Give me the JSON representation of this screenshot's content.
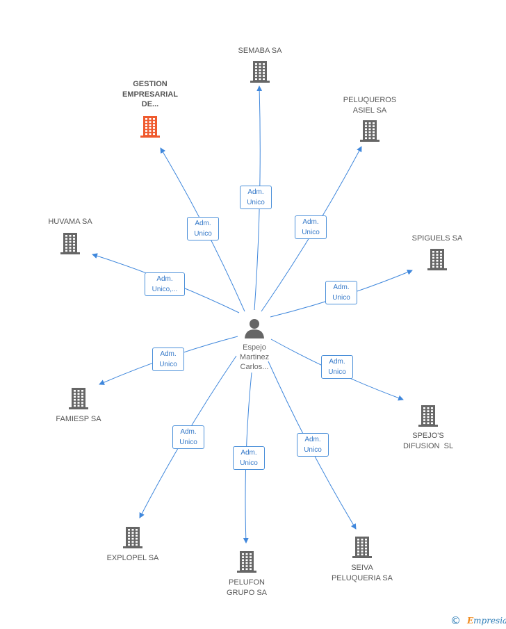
{
  "center": {
    "name": "Espejo Martinez Carlos...",
    "lines": [
      "Espejo",
      "Martinez",
      "Carlos..."
    ],
    "icon": "person-icon"
  },
  "colors": {
    "edge": "#3f87dc",
    "building": "#666666",
    "highlight": "#ef5a2e",
    "label_border": "#4a8fd9"
  },
  "companies": [
    {
      "id": "semaba",
      "lines": [
        "SEMABA SA"
      ],
      "role": [
        "Adm.",
        "Unico"
      ],
      "highlight": false,
      "icon": "building-icon"
    },
    {
      "id": "gestion",
      "lines": [
        "GESTION",
        "EMPRESARIAL",
        "DE..."
      ],
      "role": [
        "Adm.",
        "Unico"
      ],
      "highlight": true,
      "icon": "building-icon"
    },
    {
      "id": "peluqueros",
      "lines": [
        "PELUQUEROS",
        "ASIEL SA"
      ],
      "role": [
        "Adm.",
        "Unico"
      ],
      "highlight": false,
      "icon": "building-icon"
    },
    {
      "id": "huvama",
      "lines": [
        "HUVAMA SA"
      ],
      "role": [
        "Adm.",
        "Unico,..."
      ],
      "highlight": false,
      "icon": "building-icon"
    },
    {
      "id": "spiguels",
      "lines": [
        "SPIGUELS SA"
      ],
      "role": [
        "Adm.",
        "Unico"
      ],
      "highlight": false,
      "icon": "building-icon"
    },
    {
      "id": "famiesp",
      "lines": [
        "FAMIESP SA"
      ],
      "role": [
        "Adm.",
        "Unico"
      ],
      "highlight": false,
      "icon": "building-icon"
    },
    {
      "id": "spejos",
      "lines": [
        "SPEJO'S",
        "DIFUSION  SL"
      ],
      "role": [
        "Adm.",
        "Unico"
      ],
      "highlight": false,
      "icon": "building-icon"
    },
    {
      "id": "explopel",
      "lines": [
        "EXPLOPEL SA"
      ],
      "role": [
        "Adm.",
        "Unico"
      ],
      "highlight": false,
      "icon": "building-icon"
    },
    {
      "id": "pelufon",
      "lines": [
        "PELUFON",
        "GRUPO SA"
      ],
      "role": [
        "Adm.",
        "Unico"
      ],
      "highlight": false,
      "icon": "building-icon"
    },
    {
      "id": "seiva",
      "lines": [
        "SEIVA",
        "PELUQUERIA SA"
      ],
      "role": [
        "Adm.",
        "Unico"
      ],
      "highlight": false,
      "icon": "building-icon"
    }
  ],
  "footer": {
    "copyright_symbol": "©",
    "brand_first": "E",
    "brand_rest": "mpresia"
  }
}
